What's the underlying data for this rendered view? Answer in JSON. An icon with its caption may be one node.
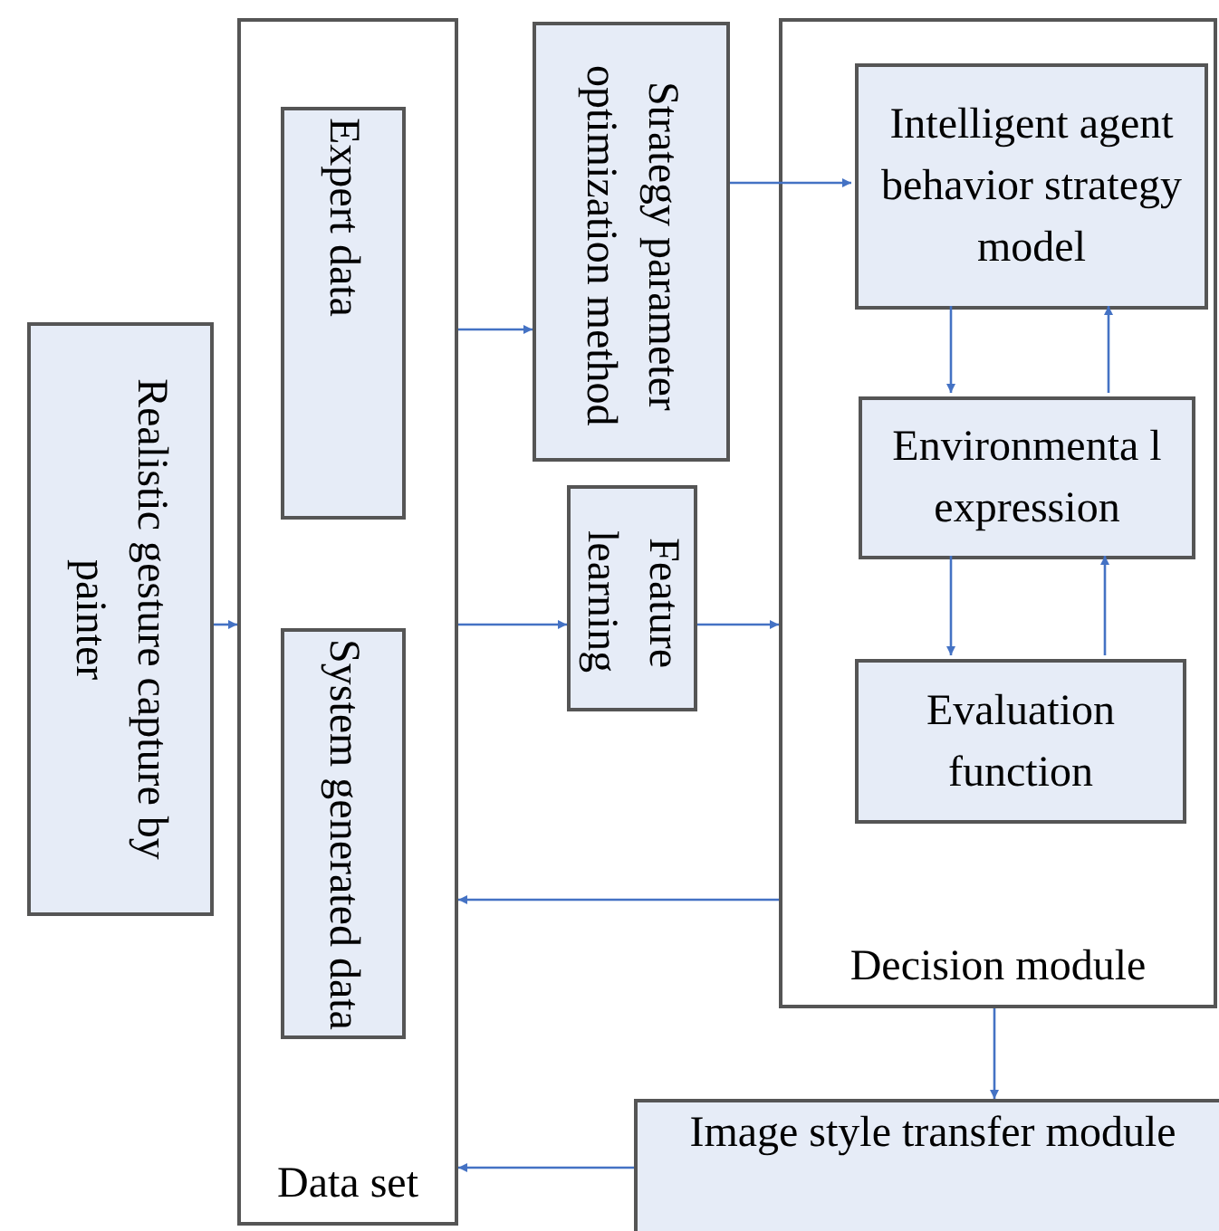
{
  "diagram": {
    "nodes": [
      {
        "text": [
          "Realistic gesture capture by painter"
        ]
      },
      {
        "text": [
          "Data set"
        ]
      },
      {
        "text": [
          "Expert data"
        ],
        "in": 1
      },
      {
        "text": [
          "System generated data"
        ],
        "in": 1
      },
      {
        "text": [
          "Strategy parameter optimization method"
        ]
      },
      {
        "text": [
          "Feature learning"
        ]
      },
      {
        "text": [
          "Decision module"
        ]
      },
      {
        "text": [
          "Intelligent agent behavior strategy model"
        ],
        "in": 6
      },
      {
        "text": [
          "Environmenta l expression"
        ],
        "in": 6
      },
      {
        "text": [
          "Evaluation function"
        ],
        "in": 6
      },
      {
        "text": [
          "Image style transfer module"
        ]
      }
    ],
    "edges": [
      {
        "from": 0,
        "to": 1,
        "arrow": "to"
      },
      {
        "from": 1,
        "to": 4,
        "arrow": "to"
      },
      {
        "from": 1,
        "to": 5,
        "arrow": "to"
      },
      {
        "from": 4,
        "to": 7,
        "arrow": "to"
      },
      {
        "from": 5,
        "to": 6,
        "arrow": "to"
      },
      {
        "from": 6,
        "to": 1,
        "arrow": "to"
      },
      {
        "from": 7,
        "to": 8,
        "arrow": "to"
      },
      {
        "from": 8,
        "to": 7,
        "arrow": "to"
      },
      {
        "from": 8,
        "to": 9,
        "arrow": "to"
      },
      {
        "from": 9,
        "to": 8,
        "arrow": "to"
      },
      {
        "from": 6,
        "to": 10,
        "arrow": "to"
      },
      {
        "from": 10,
        "to": 1,
        "arrow": "to"
      }
    ]
  }
}
